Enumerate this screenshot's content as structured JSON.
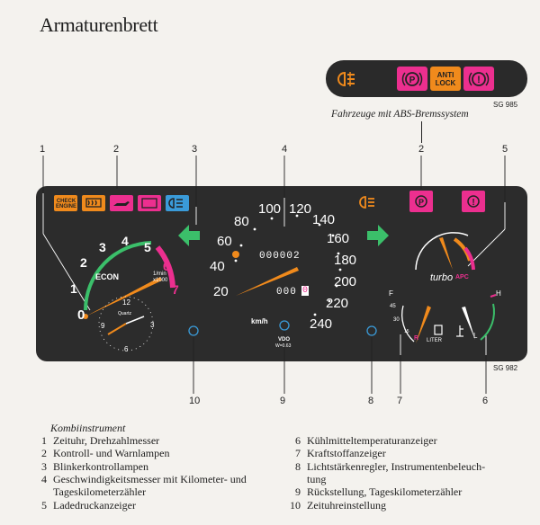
{
  "title": "Armaturenbrett",
  "abs_strip": {
    "anti_lock_line1": "ANTI",
    "anti_lock_line2": "LOCK",
    "sg_tag": "SG 985",
    "caption": "Fahrzeuge mit ABS-Bremssystem"
  },
  "callouts": {
    "top": [
      "1",
      "2",
      "3",
      "4",
      "2",
      "5"
    ],
    "bottom": [
      "10",
      "9",
      "8",
      "7",
      "6"
    ]
  },
  "panel": {
    "sg_tag": "SG 982",
    "warning_lamps": {
      "check_engine_line1": "CHECK",
      "check_engine_line2": "ENGINE"
    },
    "tachometer": {
      "scale": [
        "0",
        "1",
        "2",
        "3",
        "4",
        "5",
        "6",
        "7"
      ],
      "econ": "ECON",
      "unit_line1": "1/min",
      "unit_line2": "x1000",
      "clock_numbers": [
        "12",
        "3",
        "6",
        "9"
      ],
      "clock_brand": "Quartz"
    },
    "speedometer": {
      "scale": [
        "20",
        "40",
        "60",
        "80",
        "100",
        "120",
        "140",
        "160",
        "180",
        "200",
        "220",
        "240"
      ],
      "odometer": "000002",
      "trip": "000",
      "trip_last": "0",
      "unit": "km/h",
      "vdo": "VDO",
      "vdo_sub": "W=0.63"
    },
    "turbo": {
      "brand": "turbo",
      "apc": "APC"
    },
    "fuel": {
      "full": "F",
      "marks": [
        "45",
        "30",
        "15"
      ],
      "reserve": "R",
      "unit": "LITER"
    },
    "temperature": {
      "high": "H",
      "low": "L"
    }
  },
  "legend": {
    "title": "Kombiinstrument",
    "left": [
      {
        "num": "1",
        "text": "Zeituhr, Drehzahlmesser"
      },
      {
        "num": "2",
        "text": "Kontroll- und Warnlampen"
      },
      {
        "num": "3",
        "text": "Blinkerkontrollampen"
      },
      {
        "num": "4",
        "text": "Geschwindigkeitsmesser mit Kilometer- und"
      },
      {
        "num": "",
        "text": "Tageskilometerzähler"
      },
      {
        "num": "5",
        "text": "Ladedruckanzeiger"
      }
    ],
    "right": [
      {
        "num": "6",
        "text": "Kühlmitteltemperaturanzeiger"
      },
      {
        "num": "7",
        "text": "Kraftstoffanzeiger"
      },
      {
        "num": "8",
        "text": "Lichtstärkenregler,    Instrumentenbeleuch-"
      },
      {
        "num": "",
        "text": "tung"
      },
      {
        "num": "9",
        "text": "Rückstellung, Tageskilometerzähler"
      },
      {
        "num": "10",
        "text": "Zeituhreinstellung"
      }
    ]
  }
}
